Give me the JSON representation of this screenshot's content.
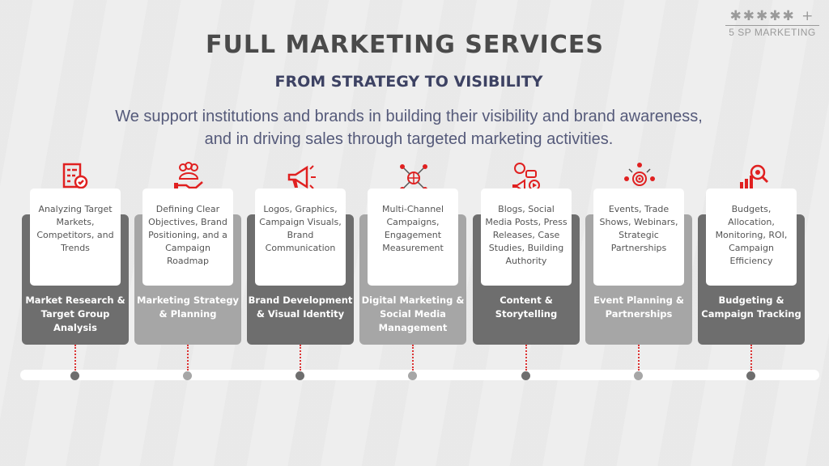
{
  "logo": {
    "stars": "✱✱✱✱✱ +",
    "name": "5 SP MARKETING"
  },
  "title": "FULL MARKETING SERVICES",
  "subtitle": "FROM STRATEGY TO VISIBILITY",
  "description": [
    "We support institutions and brands in building their visibility and brand awareness,",
    "and in driving sales through targeted marketing activities."
  ],
  "colors": {
    "accent": "#e02020",
    "dark": "#6e6e6e",
    "light": "#a6a6a6"
  },
  "services": [
    {
      "icon": "checklist-search-icon",
      "text": "Analyzing Target Markets, Competitors, and Trends",
      "label": "Market Research & Target Group Analysis"
    },
    {
      "icon": "hand-group-icon",
      "text": "Defining Clear Objectives, Brand Positioning, and a Campaign Roadmap",
      "label": "Marketing Strategy & Planning"
    },
    {
      "icon": "megaphone-icon",
      "text": "Logos, Graphics, Campaign Visuals, Brand Communication",
      "label": "Brand Development & Visual Identity"
    },
    {
      "icon": "network-globe-icon",
      "text": "Multi-Channel Campaigns, Engagement Measurement",
      "label": "Digital Marketing & Social Media Management"
    },
    {
      "icon": "content-media-icon",
      "text": "Blogs, Social Media Posts, Press Releases, Case Studies, Building Authority",
      "label": "Content & Storytelling"
    },
    {
      "icon": "target-people-icon",
      "text": "Events, Trade Shows, Webinars, Strategic Partnerships",
      "label": "Event Planning & Partnerships"
    },
    {
      "icon": "chart-search-icon",
      "text": "Budgets, Allocation, Monitoring, ROI, Campaign Efficiency",
      "label": "Budgeting & Campaign Tracking"
    }
  ]
}
